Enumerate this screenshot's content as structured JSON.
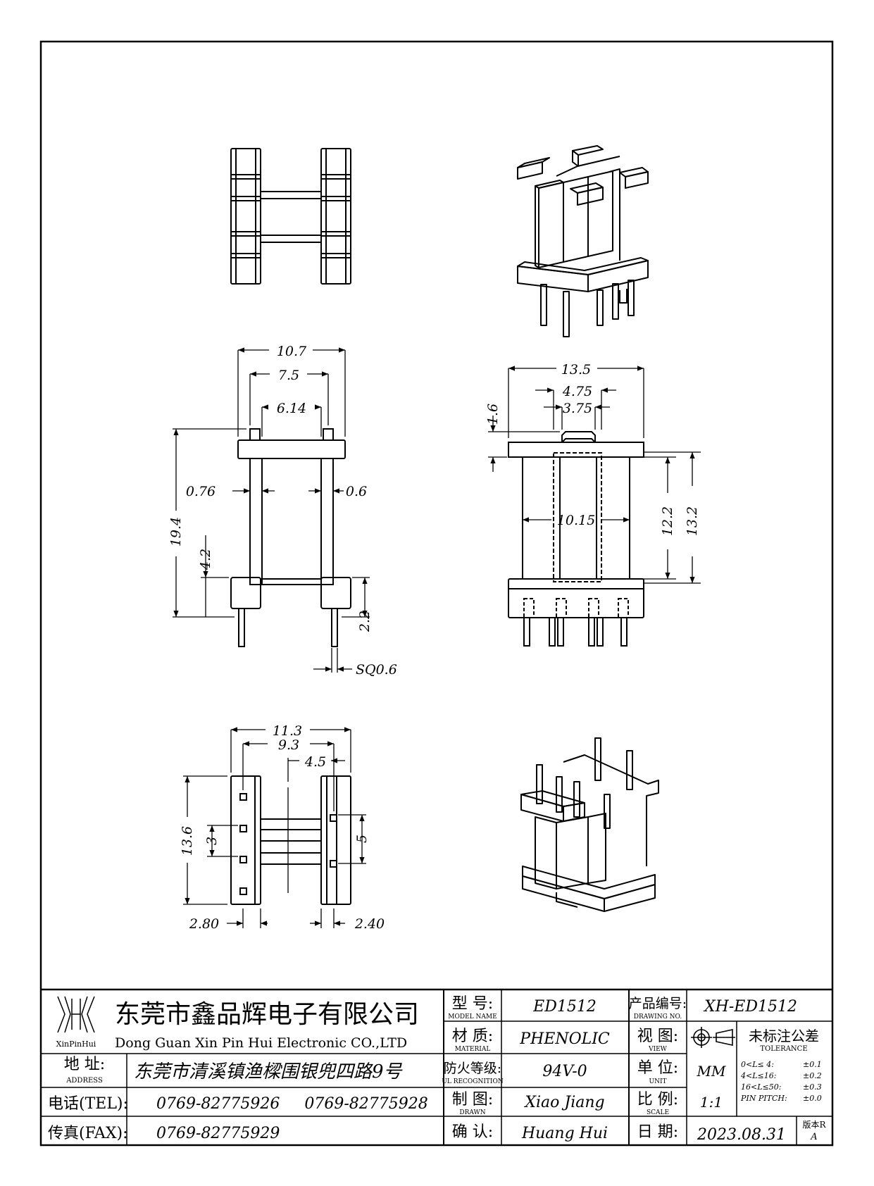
{
  "views": {
    "front": {
      "dims": {
        "width_overall": "10.7",
        "width_inner": "7.5",
        "width_core": "6.14",
        "wall_left": "0.76",
        "wall_right": "0.6",
        "height_total": "19.4",
        "base_height": "4.2",
        "pin_length": "2.2",
        "pin_size": "SQ0.6"
      }
    },
    "side": {
      "dims": {
        "width_overall": "13.5",
        "width_slot_outer": "4.75",
        "width_slot_inner": "3.75",
        "flange_top": "1.6",
        "core_width": "10.15",
        "window_height": "12.2",
        "body_height": "13.2"
      }
    },
    "bottom": {
      "dims": {
        "width_overall": "11.3",
        "pin_row_span": "9.3",
        "half_span": "4.5",
        "length_overall": "13.6",
        "pin_pitch_left": "3",
        "pin_pitch_right": "5",
        "offset_left": "2.80",
        "offset_right": "2.40"
      }
    }
  },
  "title_block": {
    "company_cn": "东莞市鑫品辉电子有限公司",
    "company_en": "Dong Guan Xin Pin Hui Electronic CO.,LTD",
    "logo_text": "XinPinHui",
    "address_label_cn": "地 址:",
    "address_label_en": "ADDRESS",
    "address_value": "东莞市清溪镇渔樑围银兜四路9号",
    "tel_label": "电话(TEL):",
    "tel_values": "0769-82775926     0769-82775928",
    "fax_label": "传真(FAX):",
    "fax_value": "0769-82775929",
    "model_label_cn": "型 号:",
    "model_label_en": "MODEL NAME",
    "model_value": "ED1512",
    "material_label_cn": "材 质:",
    "material_label_en": "MATERIAL",
    "material_value": "PHENOLIC",
    "ul_label_cn": "防火等级:",
    "ul_label_en": "UL RECOGNITION",
    "ul_value": "94V-0",
    "drawn_label_cn": "制 图:",
    "drawn_label_en": "DRAWN",
    "drawn_value": "Xiao Jiang",
    "check_label_cn": "确 认:",
    "check_value": "Huang Hui",
    "drawing_no_label_cn": "产品编号:",
    "drawing_no_label_en": "DRAWING NO.",
    "drawing_no_value": "XH-ED1512",
    "view_label_cn": "视 图:",
    "view_label_en": "VIEW",
    "unit_label_cn": "单 位:",
    "unit_label_en": "UNIT",
    "unit_value": "MM",
    "scale_label_cn": "比 例:",
    "scale_label_en": "SCALE",
    "scale_value": "1:1",
    "date_label_cn": "日 期:",
    "date_value": "2023.08.31",
    "tolerance_title_cn": "未标注公差",
    "tolerance_title_en": "TOLERANCE",
    "tolerance_rows": [
      {
        "range": "0<L≤ 4:",
        "value": "±0.1"
      },
      {
        "range": "4<L≤16:",
        "value": "±0.2"
      },
      {
        "range": "16<L≤50:",
        "value": "±0.3"
      },
      {
        "range": "PIN PITCH:",
        "value": "±0.0"
      }
    ],
    "revision_label": "版本R",
    "revision_value": "A"
  }
}
